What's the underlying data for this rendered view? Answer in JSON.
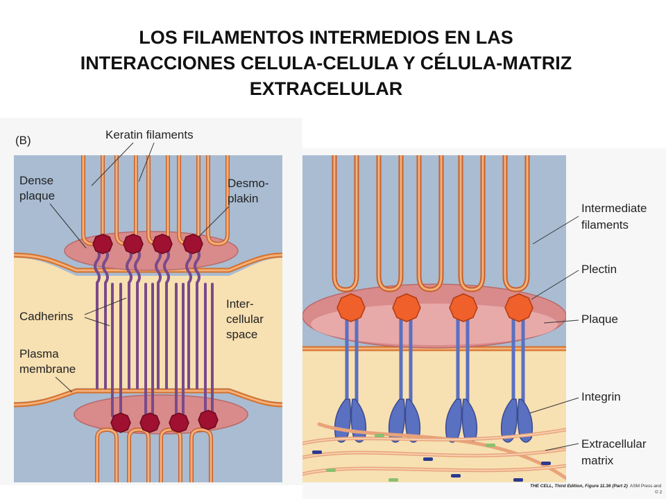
{
  "slide": {
    "title_lines": [
      "LOS FILAMENTOS INTERMEDIOS  EN LAS",
      "INTERACCIONES CELULA-CELULA Y CÉLULA-MATRIZ",
      "EXTRACELULAR"
    ]
  },
  "panel_b": {
    "panel_label": "(B)",
    "keratin_filaments": "Keratin filaments",
    "dense_plaque": [
      "Dense",
      "plaque"
    ],
    "desmoplakin": [
      "Desmo-",
      "plakin"
    ],
    "cadherins": "Cadherins",
    "intercellular_space": [
      "Inter-",
      "cellular",
      "space"
    ],
    "plasma_membrane": [
      "Plasma",
      "membrane"
    ]
  },
  "panel_hemi": {
    "intermediate_filaments": [
      "Intermediate",
      "filaments"
    ],
    "plectin": "Plectin",
    "plaque": "Plaque",
    "integrin": "Integrin",
    "extracellular_matrix": [
      "Extracellular",
      "matrix"
    ]
  },
  "credit": {
    "source": "THE CELL, Third Edition, Figure 11.36 (Part 2)",
    "publisher": "ASM Press and",
    "copyright": "© 2"
  },
  "colors": {
    "cytoplasm_blue": "#a9bcd2",
    "membrane_zone": "#f7e0b2",
    "filament_orange": "#f09a6e",
    "plaque_pink": "#d98a8a",
    "plaque_light": "#e8a9a9",
    "desmoplakin_red": "#a01030",
    "plectin_orange": "#f0602a",
    "cadherin_purple": "#7a4a8a",
    "integrin_blue": "#5a70c0"
  }
}
